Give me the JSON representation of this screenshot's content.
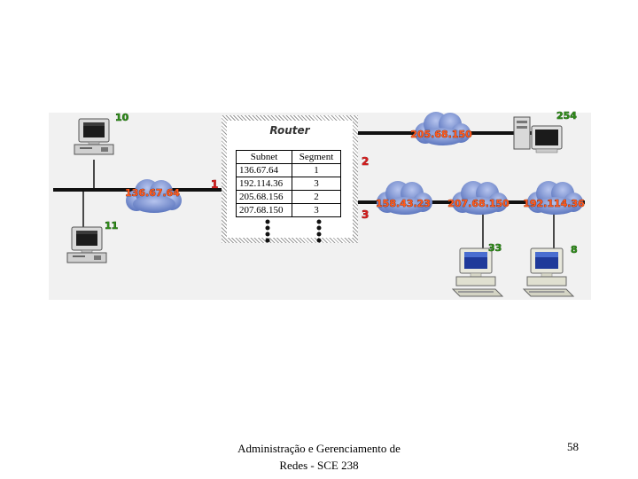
{
  "router": {
    "title": "Router",
    "table_headers": {
      "subnet": "Subnet",
      "segment": "Segment"
    },
    "rows": [
      {
        "subnet": "136.67.64",
        "segment": "1"
      },
      {
        "subnet": "192.114.36",
        "segment": "3"
      },
      {
        "subnet": "205.68.156",
        "segment": "2"
      },
      {
        "subnet": "207.68.150",
        "segment": "3"
      }
    ]
  },
  "ports": {
    "p1": "1",
    "p2": "2",
    "p3": "3"
  },
  "clouds": {
    "left": "136.67.64",
    "top_right": "205.68.150",
    "right_a": "158.43.23",
    "right_b": "207.68.150",
    "right_c": "192.114.36"
  },
  "hosts": {
    "h10": "10",
    "h11": "11",
    "h254": "254",
    "h33": "33",
    "h8": "8"
  },
  "footer": {
    "text": "Administração e Gerenciamento de Redes - SCE 238",
    "page": "58"
  },
  "colors": {
    "cloud_fill": "#6f87c8",
    "cloud_label": "#ff5a1e",
    "host_label": "#2f8a1a",
    "port_label": "#d61f1f"
  }
}
